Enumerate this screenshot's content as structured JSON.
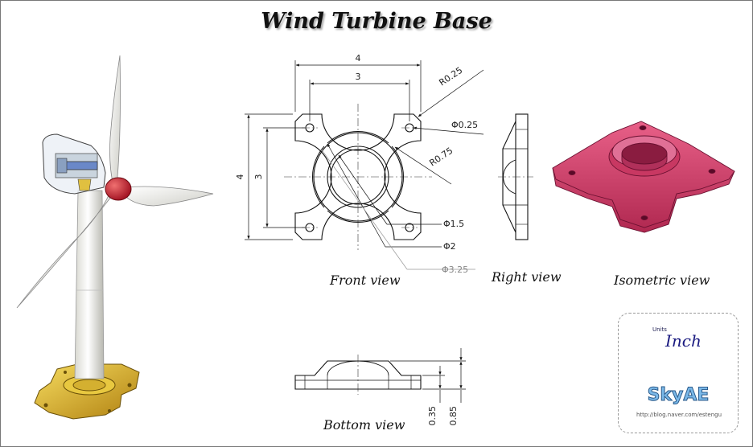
{
  "title": "Wind Turbine Base",
  "captions": {
    "front": "Front view",
    "right": "Right view",
    "isometric": "Isometric view",
    "bottom": "Bottom view"
  },
  "dimensions": {
    "overall_width": "4",
    "hole_spacing_width": "3",
    "overall_height": "4",
    "hole_spacing_height": "3",
    "corner_radius": "R0.25",
    "hole_diameter": "Φ0.25",
    "arc_radius": "R0.75",
    "bore_diameter": "Φ1.5",
    "hub_diameter": "Φ2",
    "outer_diameter": "Φ3.25",
    "plate_thickness": "0.35",
    "total_height": "0.85"
  },
  "units": {
    "label": "Units",
    "value": "Inch"
  },
  "logo": {
    "text": "SkyAE",
    "url": "http://blog.naver.com/estengu"
  },
  "colors": {
    "iso_part": "#d0406a",
    "turbine_hub": "#cc2030",
    "turbine_base": "#d4a818",
    "line": "#111111"
  }
}
